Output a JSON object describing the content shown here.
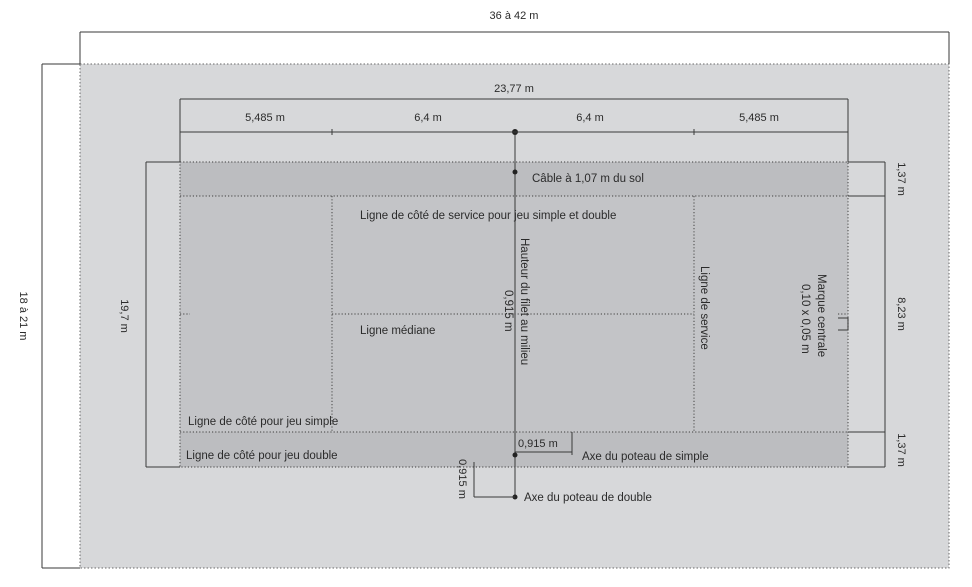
{
  "dimensions": {
    "outer_width": "36 à 42 m",
    "outer_height": "18 à 21 m",
    "court_length": "23,77 m",
    "seg_left_outer": "5,485 m",
    "seg_left_inner": "6,4 m",
    "seg_right_inner": "6,4 m",
    "seg_right_outer": "5,485 m",
    "court_width": "19,7 m",
    "alley_top": "1,37 m",
    "singles_width": "8,23 m",
    "alley_bottom": "1,37 m",
    "post_offset_h": "0,915 m",
    "post_offset_v": "0,915 m",
    "net_height_middle": "0,915 m",
    "center_mark_size": "0,10 x 0,05 m"
  },
  "labels": {
    "cable": "Câble à 1,07 m du sol",
    "service_side_line": "Ligne de côté de service pour jeu simple et double",
    "net_height": "Hauteur du filet au milieu",
    "service_line": "Ligne de service",
    "center_mark": "Marque centrale",
    "center_line": "Ligne médiane",
    "singles_sideline": "Ligne de côté pour jeu simple",
    "doubles_sideline": "Ligne de côté pour jeu double",
    "singles_post_axis": "Axe du poteau de simple",
    "doubles_post_axis": "Axe du poteau de double"
  },
  "colors": {
    "surround": "#d7d8da",
    "court": "#bfc0c3",
    "alley": "#c5c6c8",
    "line": "#3a3a3a"
  }
}
